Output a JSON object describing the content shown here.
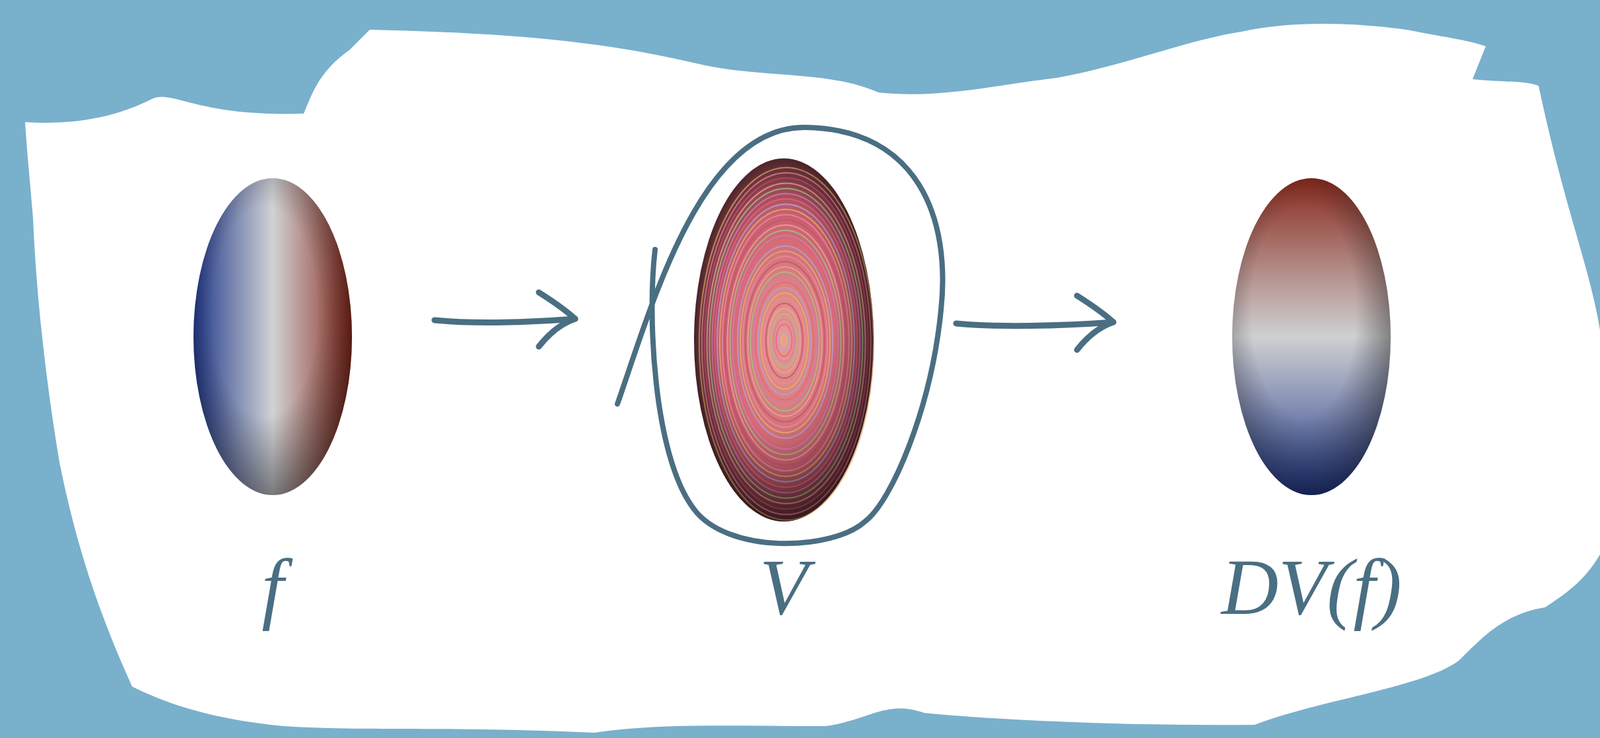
{
  "diagram": {
    "nodes": [
      {
        "text": [
          "f"
        ]
      },
      {
        "text": [
          "V"
        ]
      },
      {
        "text": [
          "DV(f)"
        ]
      }
    ],
    "edges": [
      {
        "from": 0,
        "to": 1,
        "arrow": "to"
      },
      {
        "from": 1,
        "to": 2,
        "arrow": "to"
      }
    ]
  }
}
